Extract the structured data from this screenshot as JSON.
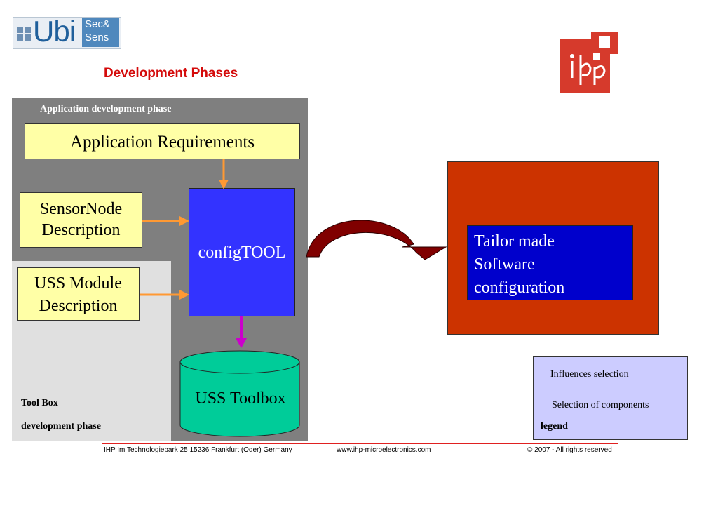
{
  "logo": {
    "main": "Ubi",
    "sub_line1": "Sec&",
    "sub_line2": "Sens"
  },
  "slide_title": "Development Phases",
  "app_phase_label": "Application development phase",
  "boxes": {
    "requirements": "Application Requirements",
    "sensornode_line1": "SensorNode",
    "sensornode_line2": "Description",
    "uss_module_line1": "USS Module",
    "uss_module_line2": "Description",
    "configtool": "configTOOL",
    "toolbox": "USS Toolbox",
    "output_line1": "Tailor made",
    "output_line2": "Software",
    "output_line3": "configuration"
  },
  "toolbox_phase": {
    "line1": "Tool Box",
    "line2": "development phase"
  },
  "legend": {
    "influences": "Influences selection",
    "selection": "Selection of components",
    "title": "legend"
  },
  "footer": {
    "address": "IHP  Im Technologiepark 25  15236 Frankfurt (Oder) Germany",
    "website": "www.ihp-microelectronics.com",
    "copyright": "© 2007 - All rights reserved"
  },
  "colors": {
    "title": "#d40b0b",
    "influence_arrow": "#ff9933",
    "selection_arrow": "#cc00cc",
    "legend_selection_arrow": "#800080",
    "curved_arrow": "#800000"
  }
}
